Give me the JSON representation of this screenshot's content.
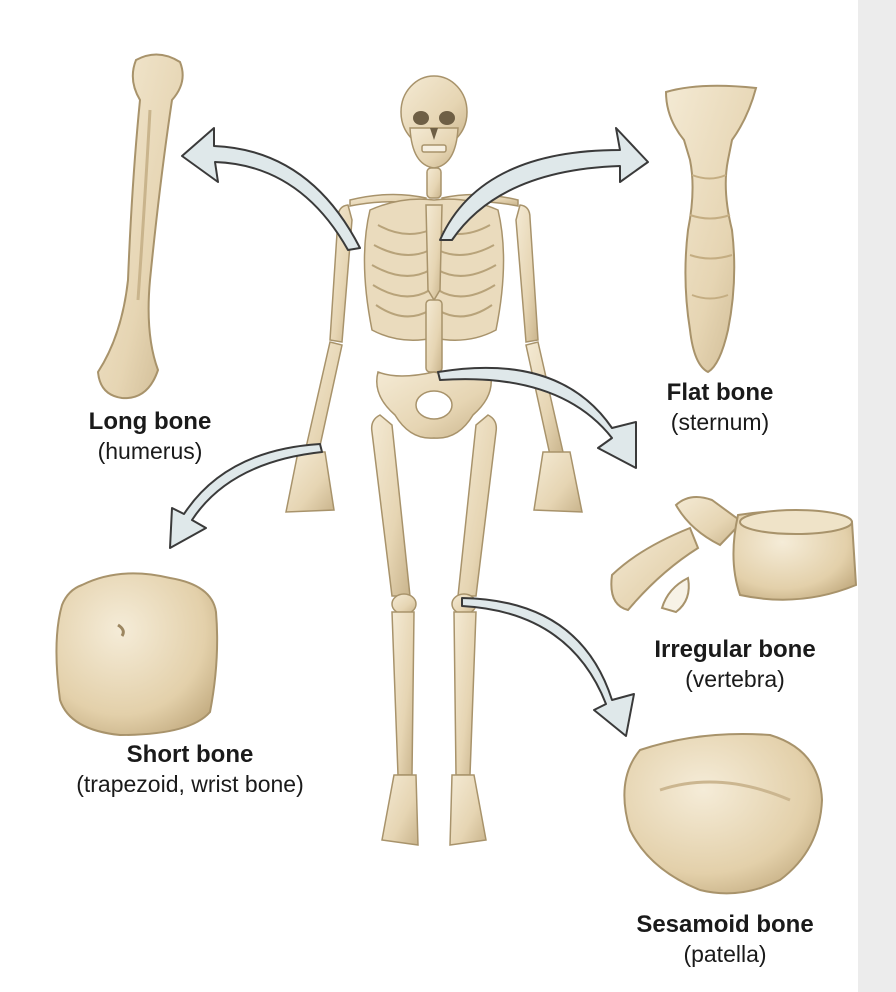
{
  "labels": {
    "long": {
      "name": "Long bone",
      "sub": "(humerus)"
    },
    "flat": {
      "name": "Flat bone",
      "sub": "(sternum)"
    },
    "irregular": {
      "name": "Irregular bone",
      "sub": "(vertebra)"
    },
    "short": {
      "name": "Short bone",
      "sub": "(trapezoid, wrist bone)"
    },
    "sesamoid": {
      "name": "Sesamoid bone",
      "sub": "(patella)"
    }
  },
  "colors": {
    "bone": "#eadbbd",
    "bone_shadow": "#c9b48c",
    "bone_outline": "#a8936b",
    "arrow_fill": "#dfe8ea",
    "arrow_stroke": "#3a3a3a",
    "page_edge": "#ececec"
  }
}
